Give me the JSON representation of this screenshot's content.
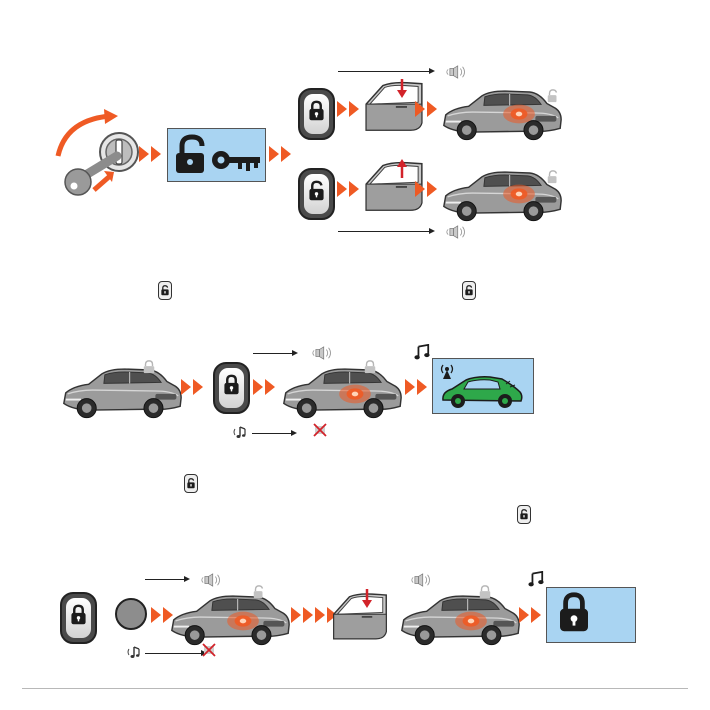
{
  "page": {
    "panels": [
      "ignition-to-lock-mode",
      "remote-arming-sequence",
      "silent-arm-with-trunk-sequence"
    ]
  },
  "icons": {
    "car": "car-icon",
    "fob_locked": "key-fob-lock-icon",
    "fob_unlocked": "key-fob-unlock-icon",
    "door_lock": "door-lock-icon",
    "door_unlock": "door-unlock-icon",
    "siren": "siren-icon",
    "music": "music-note-icon",
    "cross": "no-sound-icon",
    "chevrons": "double-chevron-icon"
  },
  "colors": {
    "accent": "#ef5a24",
    "screen": "#a9d4f2",
    "car_green": "#2ea84a",
    "no_sound": "#d2232a",
    "fob_body": "#4a4a4a"
  }
}
